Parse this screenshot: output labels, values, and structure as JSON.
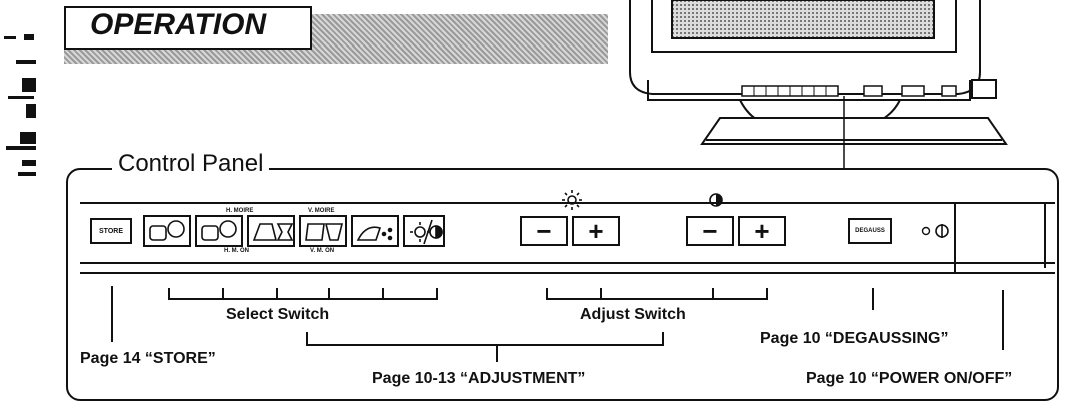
{
  "header": {
    "title": "OPERATION"
  },
  "panel": {
    "title": "Control Panel",
    "store_key": "STORE",
    "degauss_key": "DEGAUSS",
    "select_top_labels": [
      "H. MOIRE",
      "V. MOIRE"
    ],
    "select_bottom_labels": [
      "H. M. ON",
      "V. M. ON"
    ],
    "minus": "−",
    "plus": "+"
  },
  "labels": {
    "select_switch": "Select Switch",
    "adjust_switch": "Adjust Switch",
    "store_ref": "Page 14 “STORE”",
    "adjustment_ref": "Page 10-13 “ADJUSTMENT”",
    "degaussing_ref": "Page 10 “DEGAUSSING”",
    "power_ref": "Page 10 “POWER ON/OFF”"
  }
}
